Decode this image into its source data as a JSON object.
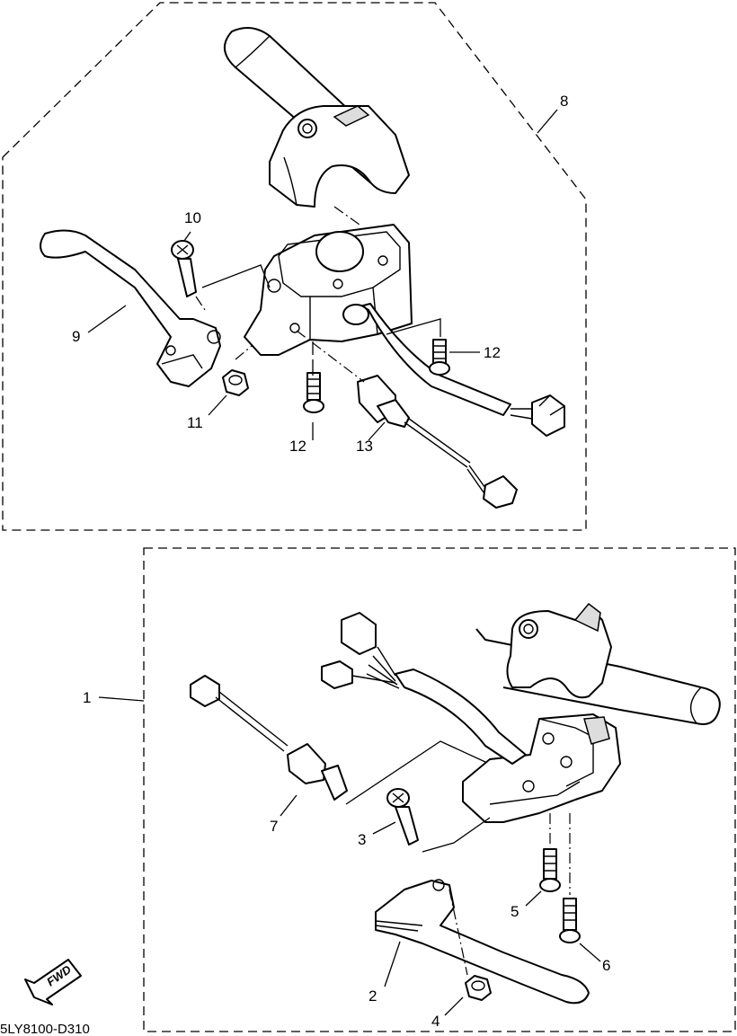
{
  "diagram": {
    "drawing_code": "5LY8100-D310",
    "fwd_label": "FWD",
    "callouts": [
      {
        "id": "c1",
        "label": "1"
      },
      {
        "id": "c2",
        "label": "2"
      },
      {
        "id": "c3",
        "label": "3"
      },
      {
        "id": "c4",
        "label": "4"
      },
      {
        "id": "c5",
        "label": "5"
      },
      {
        "id": "c6",
        "label": "6"
      },
      {
        "id": "c7",
        "label": "7"
      },
      {
        "id": "c8",
        "label": "8"
      },
      {
        "id": "c9",
        "label": "9"
      },
      {
        "id": "c10",
        "label": "10"
      },
      {
        "id": "c11",
        "label": "11"
      },
      {
        "id": "c12a",
        "label": "12"
      },
      {
        "id": "c12b",
        "label": "12"
      },
      {
        "id": "c13",
        "label": "13"
      }
    ]
  }
}
